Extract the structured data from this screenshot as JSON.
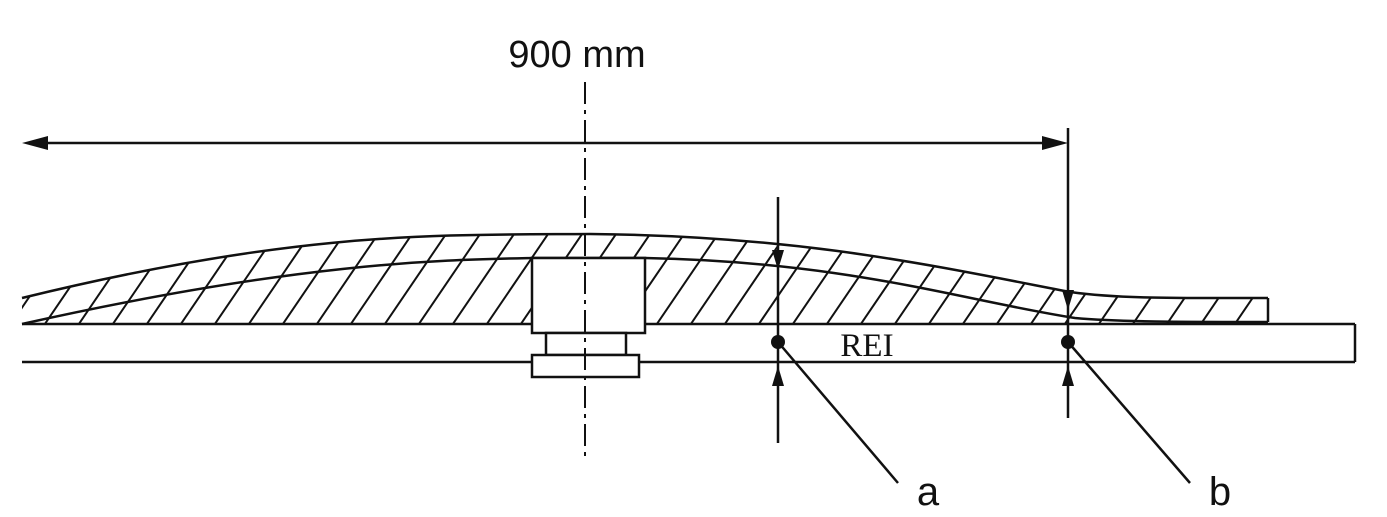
{
  "dimension": {
    "label": "900 mm"
  },
  "base": {
    "label": "REI"
  },
  "points": [
    {
      "label": "a"
    },
    {
      "label": "b"
    }
  ],
  "colors": {
    "ink": "#111111",
    "background": "#ffffff"
  }
}
